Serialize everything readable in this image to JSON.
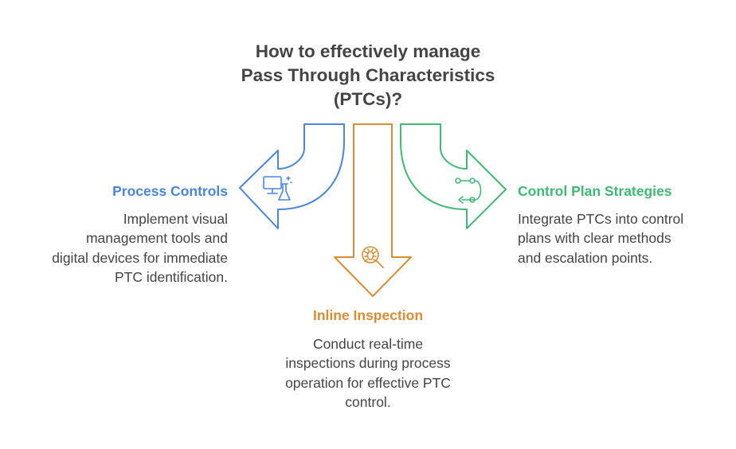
{
  "title": {
    "lines": [
      "How to effectively manage",
      "Pass Through Characteristics",
      "(PTCs)?"
    ]
  },
  "colors": {
    "blue": "#4a86dc",
    "orange": "#dc8c33",
    "green": "#3fba75",
    "text": "#444444"
  },
  "items": [
    {
      "heading": "Process Controls",
      "description": [
        "Implement visual",
        "management tools and",
        "digital devices for immediate",
        "PTC identification."
      ],
      "icon": "monitor-flask-icon"
    },
    {
      "heading": "Inline Inspection",
      "description": [
        "Conduct real-time",
        "inspections during process",
        "operation for effective PTC",
        "control."
      ],
      "icon": "bug-search-icon"
    },
    {
      "heading": "Control Plan Strategies",
      "description": [
        "Integrate PTCs into control",
        "plans with clear methods",
        "and escalation points."
      ],
      "icon": "workflow-icon"
    }
  ]
}
